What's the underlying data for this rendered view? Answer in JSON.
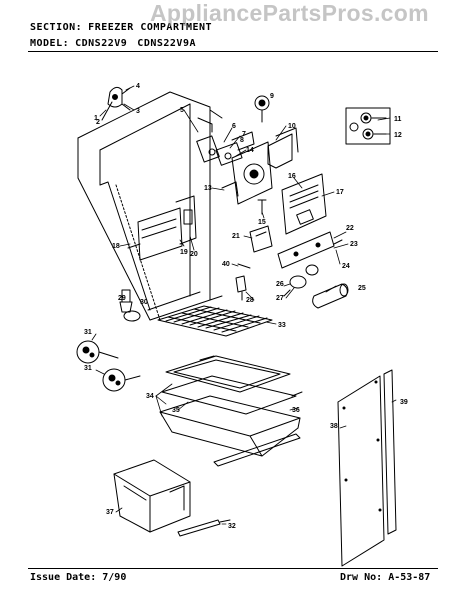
{
  "header": {
    "section_label": "SECTION:",
    "section_value": "FREEZER COMPARTMENT",
    "model_label": "MODEL:",
    "models": [
      "CDNS22V9",
      "CDNS22V9A"
    ]
  },
  "watermark": "AppliancePartsPros.com",
  "footer": {
    "issue_label": "Issue Date:",
    "issue_value": "7/90",
    "drw_label": "Drw No:",
    "drw_value": "A-53-87"
  },
  "callouts": [
    "1",
    "2",
    "3",
    "4",
    "5",
    "6",
    "7",
    "8",
    "9",
    "10",
    "11",
    "12",
    "13",
    "14",
    "15",
    "16",
    "17",
    "18",
    "19",
    "20",
    "21",
    "22",
    "23",
    "24",
    "25",
    "26",
    "27",
    "28",
    "29",
    "30",
    "31",
    "32",
    "33",
    "34",
    "35",
    "36",
    "37",
    "38",
    "39",
    "40"
  ],
  "colors": {
    "ink": "#000000",
    "paper": "#ffffff",
    "watermark": "#969696"
  }
}
